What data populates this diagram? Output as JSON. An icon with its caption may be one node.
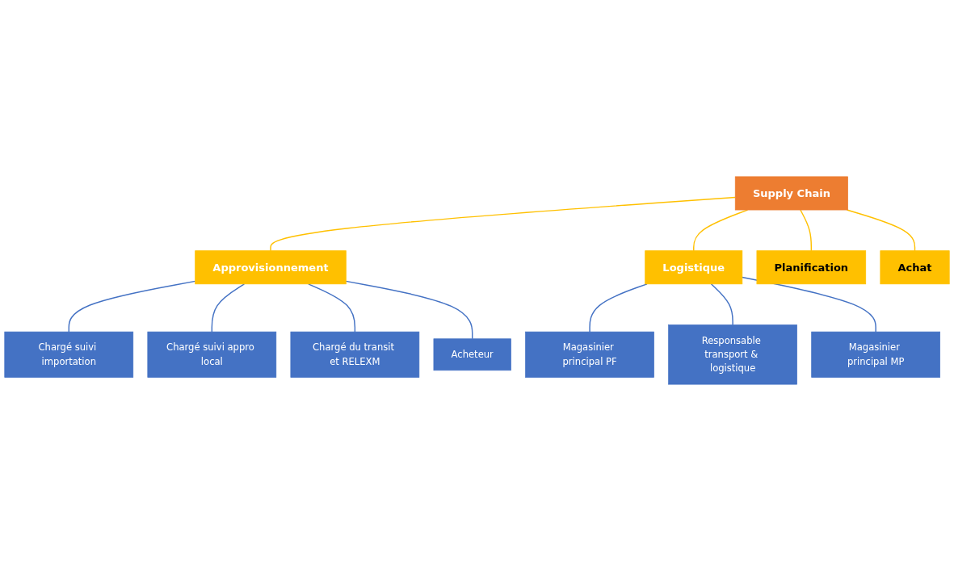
{
  "diagram": {
    "nodes": [
      {
        "text": [
          "Supply Chain"
        ]
      },
      {
        "text": [
          "Approvisionnement"
        ]
      },
      {
        "text": [
          "Logistique"
        ]
      },
      {
        "text": [
          "Planification"
        ]
      },
      {
        "text": [
          "Achat"
        ]
      },
      {
        "text": [
          "Chargé suivi importation"
        ]
      },
      {
        "text": [
          "Chargé suivi appro local"
        ]
      },
      {
        "text": [
          "Chargé du transit et RELEXM"
        ]
      },
      {
        "text": [
          "Acheteur"
        ]
      },
      {
        "text": [
          "Magasinier principal PF"
        ]
      },
      {
        "text": [
          "Responsable transport & logistique"
        ]
      },
      {
        "text": [
          "Magasinier principal MP"
        ]
      }
    ],
    "edges": [
      {
        "from": 0,
        "to": 1,
        "arrow": "none",
        "color": "#ffc000"
      },
      {
        "from": 0,
        "to": 2,
        "arrow": "none",
        "color": "#ffc000"
      },
      {
        "from": 0,
        "to": 3,
        "arrow": "none",
        "color": "#ffc000"
      },
      {
        "from": 0,
        "to": 4,
        "arrow": "none",
        "color": "#ffc000"
      },
      {
        "from": 1,
        "to": 5,
        "arrow": "none"
      },
      {
        "from": 1,
        "to": 6,
        "arrow": "none"
      },
      {
        "from": 1,
        "to": 7,
        "arrow": "none"
      },
      {
        "from": 1,
        "to": 8,
        "arrow": "none"
      },
      {
        "from": 2,
        "to": 9,
        "arrow": "none"
      },
      {
        "from": 2,
        "to": 10,
        "arrow": "none"
      },
      {
        "from": 2,
        "to": 11,
        "arrow": "none"
      }
    ]
  }
}
